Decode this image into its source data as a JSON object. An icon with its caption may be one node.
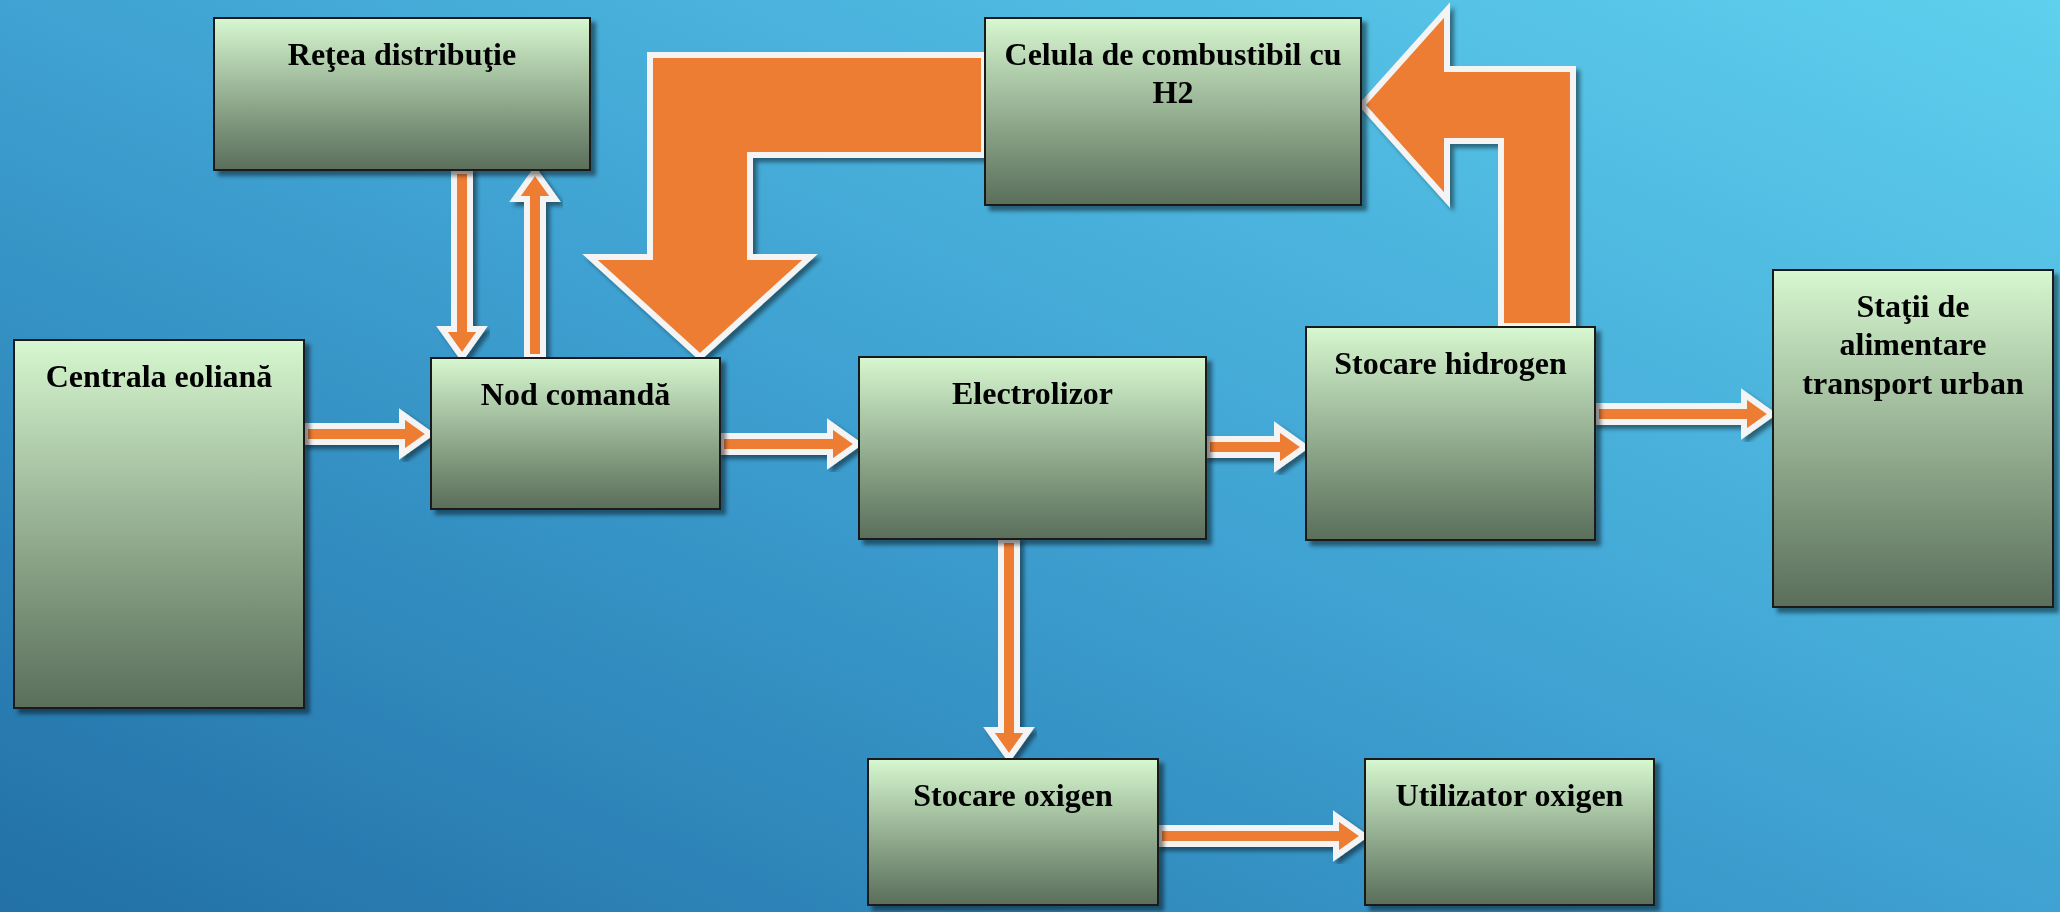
{
  "diagram": {
    "nodes": [
      {
        "text": [
          "Reţea distribuţie"
        ]
      },
      {
        "text": [
          "Celula de combustibil cu H2"
        ]
      },
      {
        "text": [
          "Centrala eoliană"
        ]
      },
      {
        "text": [
          "Nod comandă"
        ]
      },
      {
        "text": [
          "Electrolizor"
        ]
      },
      {
        "text": [
          "Stocare hidrogen"
        ]
      },
      {
        "text": [
          "Staţii de alimentare transport urban"
        ]
      },
      {
        "text": [
          "Stocare oxigen"
        ]
      },
      {
        "text": [
          "Utilizator oxigen"
        ]
      }
    ],
    "edges": [
      {
        "from": 0,
        "to": 3,
        "arrow": "to"
      },
      {
        "from": 3,
        "to": 0,
        "arrow": "to"
      },
      {
        "from": 1,
        "to": 3,
        "arrow": "to",
        "style": "thick"
      },
      {
        "from": 5,
        "to": 1,
        "arrow": "to",
        "style": "thick"
      },
      {
        "from": 2,
        "to": 3,
        "arrow": "to"
      },
      {
        "from": 3,
        "to": 4,
        "arrow": "to"
      },
      {
        "from": 4,
        "to": 5,
        "arrow": "to"
      },
      {
        "from": 5,
        "to": 6,
        "arrow": "to"
      },
      {
        "from": 4,
        "to": 7,
        "arrow": "to"
      },
      {
        "from": 7,
        "to": 8,
        "arrow": "to"
      }
    ]
  }
}
